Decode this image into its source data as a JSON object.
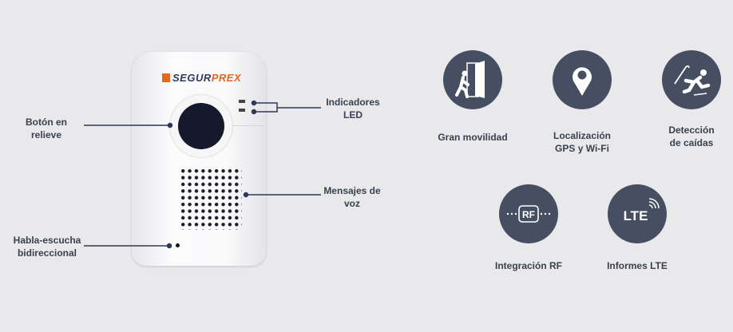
{
  "device": {
    "brand_part1": "SEGUR",
    "brand_part2": "PREX"
  },
  "callouts": {
    "button": [
      "Botón en",
      "relieve"
    ],
    "talk": [
      "Habla-escucha",
      "bidireccional"
    ],
    "led": [
      "Indicadores",
      "LED"
    ],
    "voice": [
      "Mensajes de",
      "voz"
    ]
  },
  "features": [
    {
      "icon": "walking-exit-icon",
      "label": [
        "Gran movilidad"
      ]
    },
    {
      "icon": "location-pin-icon",
      "label": [
        "Localización",
        "GPS y Wi-Fi"
      ]
    },
    {
      "icon": "fall-detection-icon",
      "label": [
        "Detección",
        "de caídas"
      ]
    },
    {
      "icon": "rf-icon",
      "label": [
        "Integración RF"
      ],
      "icon_text": "RF"
    },
    {
      "icon": "lte-icon",
      "label": [
        "Informes LTE"
      ],
      "icon_text": "LTE"
    }
  ],
  "colors": {
    "circle": "#454f61",
    "accent": "#e8661f",
    "text": "#39404e"
  }
}
